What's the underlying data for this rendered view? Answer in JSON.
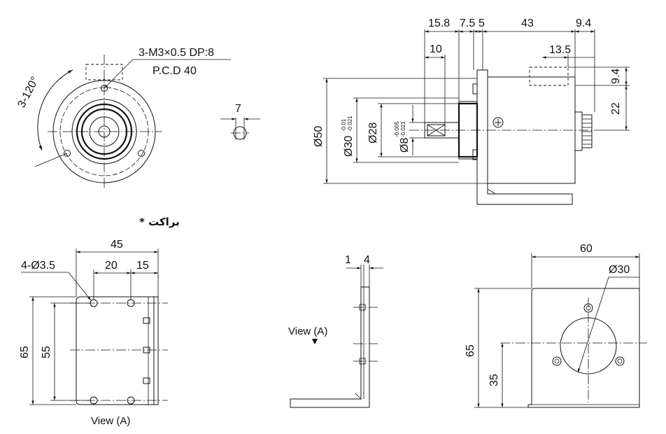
{
  "front_view": {
    "thread_note": "3-M3×0.5 DP:8",
    "pcd_note": "P.C.D 40",
    "angle_note": "3-120°"
  },
  "detail": {
    "width_dim": "7"
  },
  "side_view": {
    "dims_top": [
      "15.8",
      "7.5",
      "5",
      "43",
      "9.4"
    ],
    "dim_10": "10",
    "dim_13_5": "13.5",
    "dim_9_4_vert": "9.4",
    "dim_22": "22",
    "dia_50": "Ø50",
    "dia_30": "Ø30",
    "dia_30_tol_upper": "-0.01",
    "dia_30_tol_lower": "-0.021",
    "dia_28": "Ø28",
    "dia_8": "Ø8",
    "dia_8_tol_upper": "-0.005",
    "dia_8_tol_lower": "-0.021"
  },
  "bracket": {
    "title": "* براکت",
    "holes_note": "4-Ø3.5",
    "dim_45": "45",
    "dim_20": "20",
    "dim_15": "15",
    "dim_65": "65",
    "dim_55": "55",
    "view_a_bottom": "View (A)",
    "dim_1": "1",
    "dim_4": "4",
    "view_a_side": "View (A)",
    "dim_60": "60",
    "dia_30": "Ø30",
    "dim_65_right": "65",
    "dim_35": "35"
  }
}
